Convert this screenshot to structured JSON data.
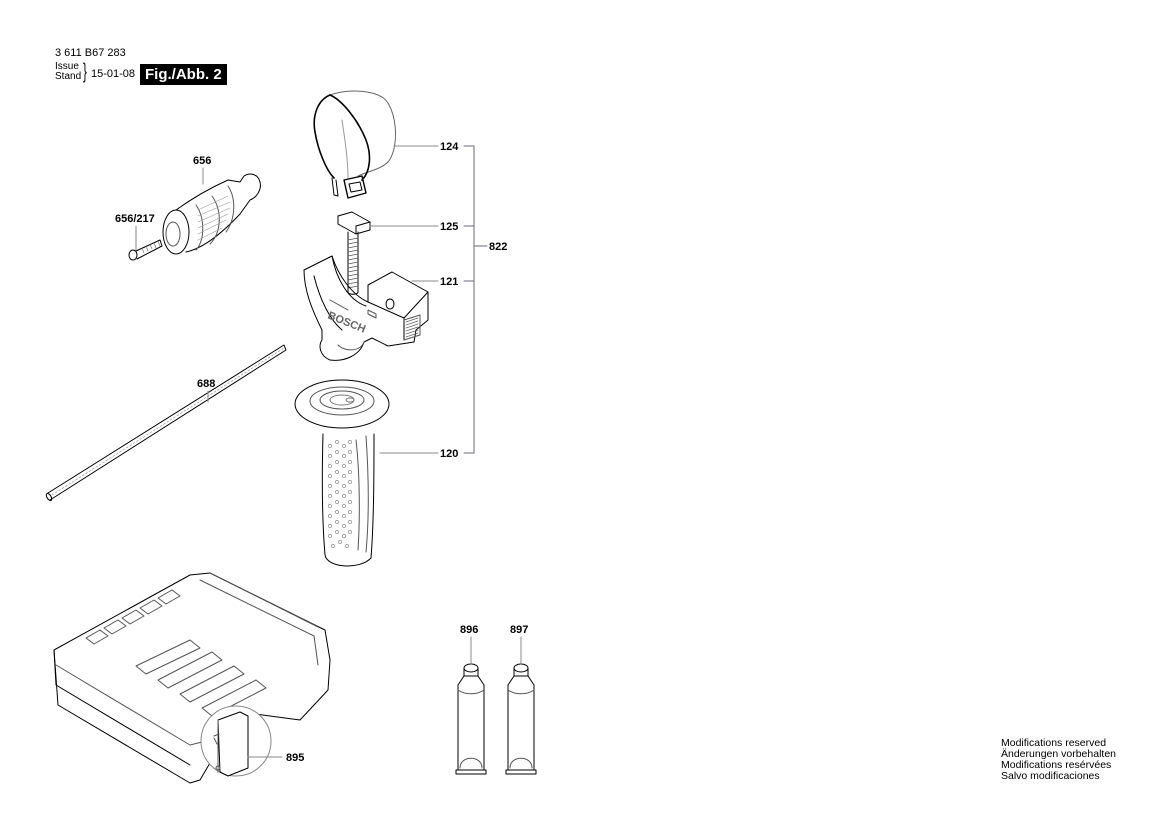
{
  "header": {
    "doc_number": "3 611 B67 283",
    "issue_label_1": "Issue",
    "issue_label_2": "Stand",
    "issue_date": "15-01-08",
    "figure_label": "Fig./Abb. 2"
  },
  "parts": [
    {
      "id": "124",
      "description": "handle band"
    },
    {
      "id": "125",
      "description": "clamping bolt"
    },
    {
      "id": "121",
      "description": "handle mount with BOSCH logo"
    },
    {
      "id": "120",
      "description": "auxiliary handle grip"
    },
    {
      "id": "822",
      "description": "auxiliary handle assembly (groups 124, 125, 121, 120)"
    },
    {
      "id": "656",
      "description": "keyless chuck"
    },
    {
      "id": "656/217",
      "description": "chuck screw"
    },
    {
      "id": "688",
      "description": "depth stop rod"
    },
    {
      "id": "895",
      "description": "carrying case with latch"
    },
    {
      "id": "896",
      "description": "grease tube"
    },
    {
      "id": "897",
      "description": "grease tube"
    }
  ],
  "labels": {
    "p124": "124",
    "p125": "125",
    "p121": "121",
    "p120": "120",
    "p822": "822",
    "p656": "656",
    "p656_217": "656/217",
    "p688": "688",
    "p895": "895",
    "p896": "896",
    "p897": "897"
  },
  "handle_logo_text": "BOSCH",
  "footer": {
    "lines": [
      "Modifications reserved",
      "Änderungen vorbehalten",
      "Modifications resérvées",
      "Salvo modificaciones"
    ]
  },
  "colors": {
    "line": "#000000",
    "leader": "#8a8a8a",
    "bracket": "#8c8ca0",
    "figure_box_bg": "#000000",
    "figure_box_text": "#ffffff"
  }
}
